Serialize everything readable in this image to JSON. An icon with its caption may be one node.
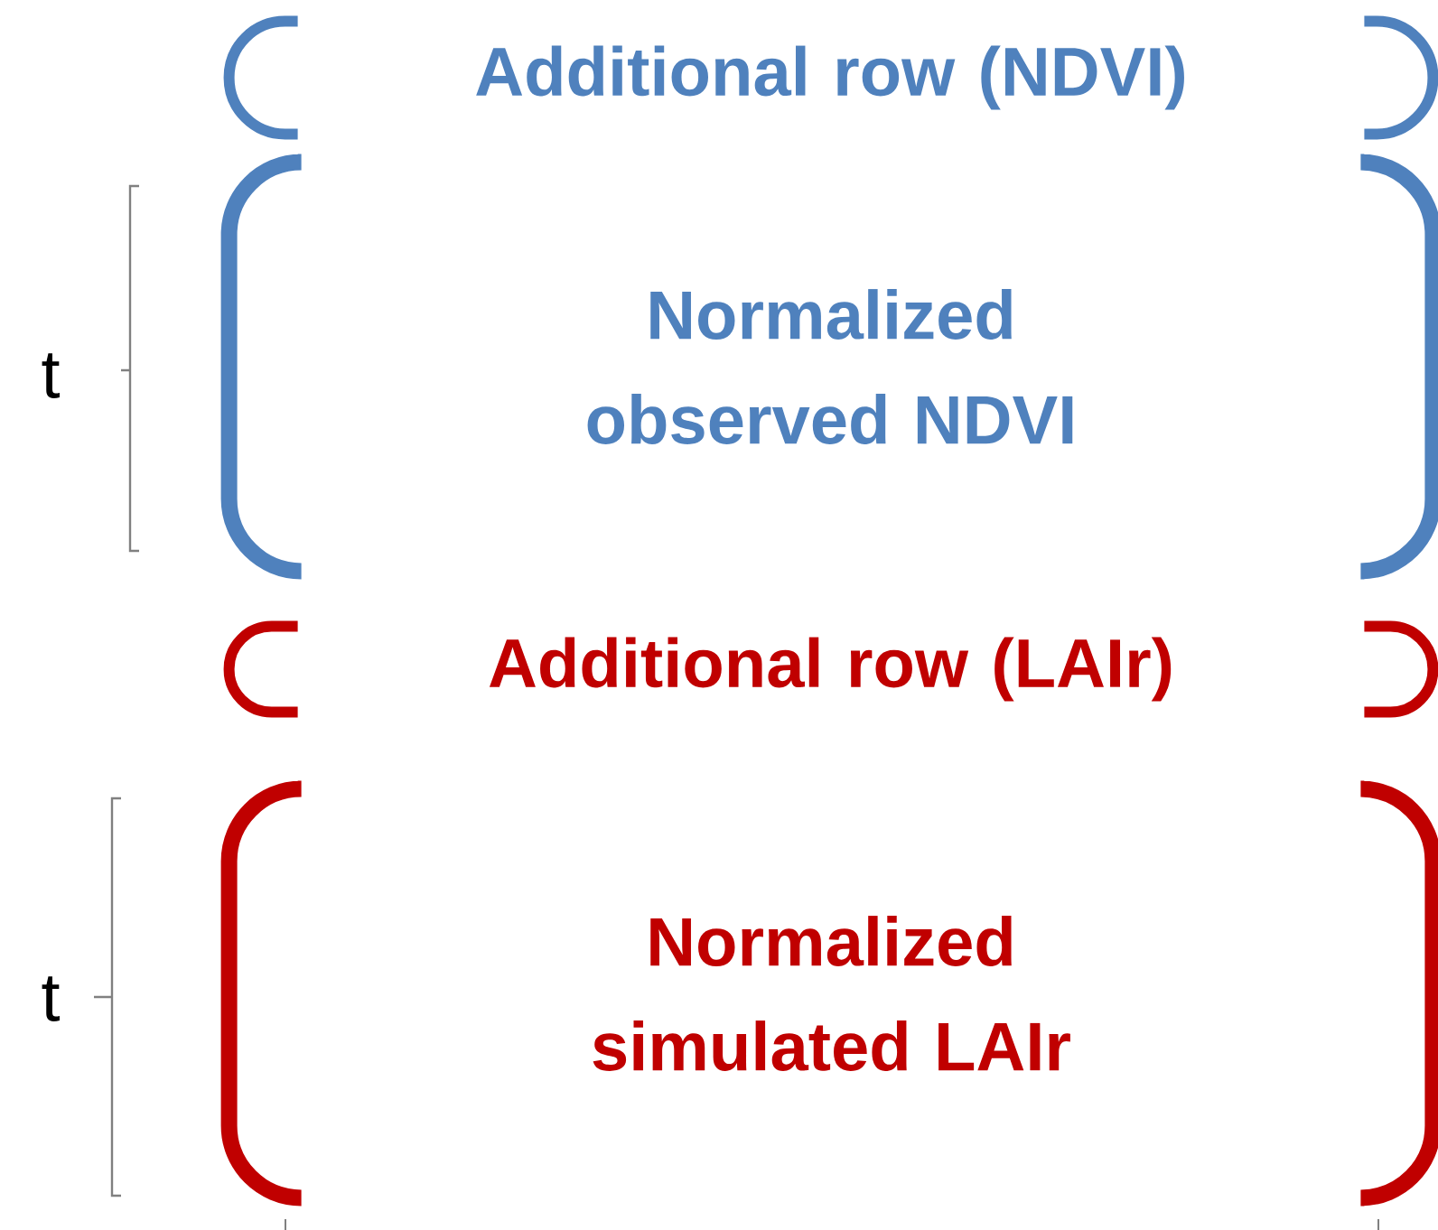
{
  "diagram": {
    "nodes": [
      {
        "text": [
          "Additional row (NDVI)"
        ]
      },
      {
        "text": [
          "Normalized observed NDVI"
        ]
      },
      {
        "text": [
          "Additional row (LAIr)"
        ]
      },
      {
        "text": [
          "Normalized simulated LAIr"
        ]
      }
    ],
    "labels": [
      "t",
      "t"
    ]
  }
}
